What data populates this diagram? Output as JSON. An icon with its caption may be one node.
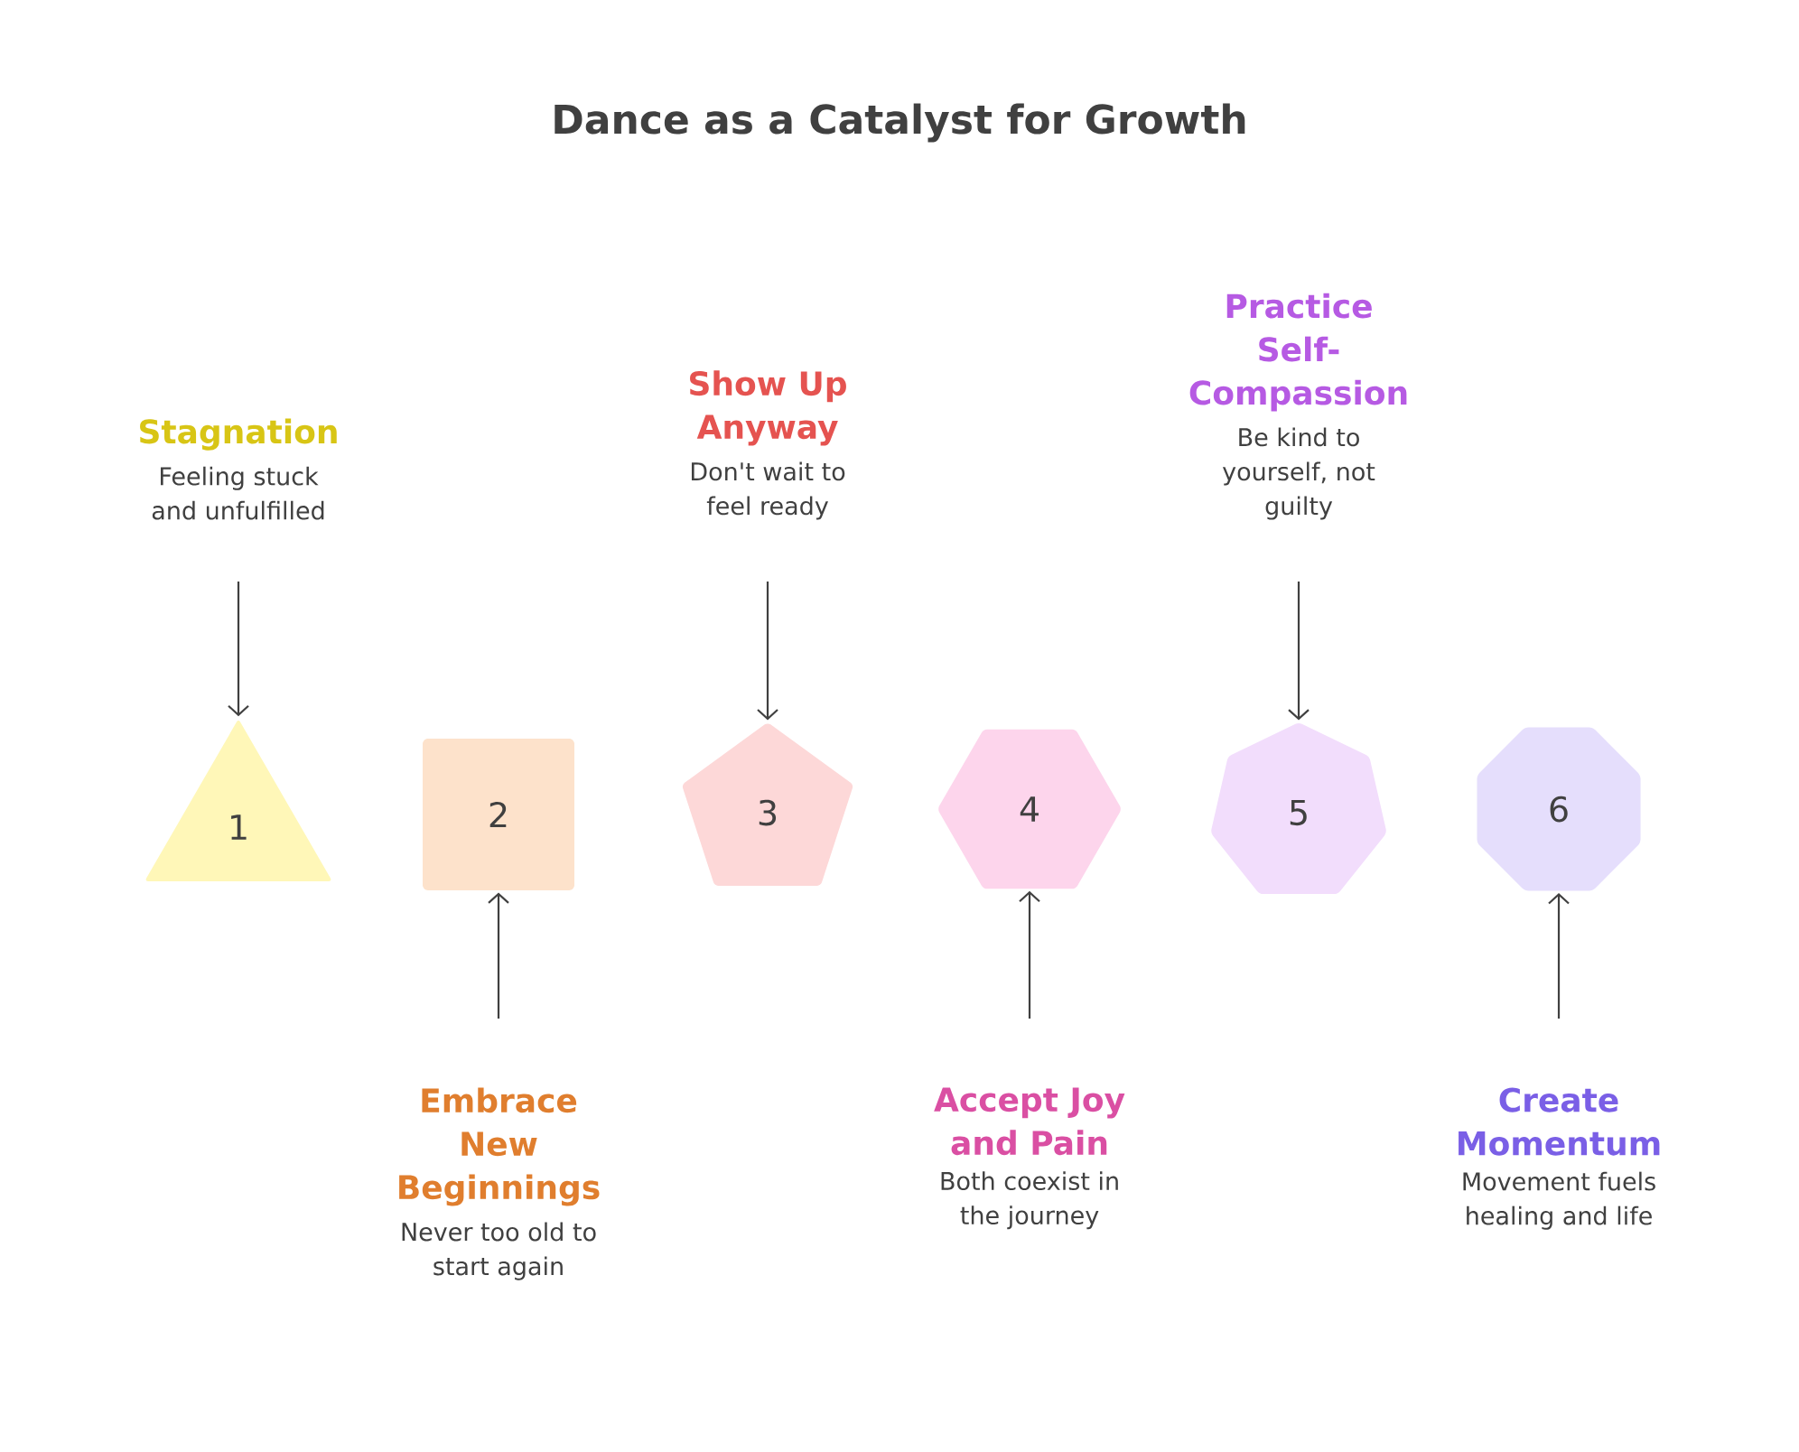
{
  "diagram": {
    "title": "Dance as a Catalyst for Growth",
    "nodes": [
      {
        "text": [
          "1"
        ]
      },
      {
        "text": [
          "2"
        ]
      },
      {
        "text": [
          "3"
        ]
      },
      {
        "text": [
          "4"
        ]
      },
      {
        "text": [
          "5"
        ]
      },
      {
        "text": [
          "6"
        ]
      },
      {
        "text": [
          "Stagnation",
          "Feeling stuck and unfulfilled"
        ]
      },
      {
        "text": [
          "Embrace New Beginnings",
          "Never too old to start again"
        ]
      },
      {
        "text": [
          "Show Up Anyway",
          "Don't wait to feel ready"
        ]
      },
      {
        "text": [
          "Accept Joy and Pain",
          "Both coexist in the journey"
        ]
      },
      {
        "text": [
          "Practice Self-Compassion",
          "Be kind to yourself, not guilty"
        ]
      },
      {
        "text": [
          "Create Momentum",
          "Movement fuels healing and life"
        ]
      }
    ],
    "edges": [
      {
        "from": 6,
        "to": 0,
        "arrow": "to"
      },
      {
        "from": 7,
        "to": 1,
        "arrow": "to"
      },
      {
        "from": 8,
        "to": 2,
        "arrow": "to"
      },
      {
        "from": 9,
        "to": 3,
        "arrow": "to"
      },
      {
        "from": 10,
        "to": 4,
        "arrow": "to"
      },
      {
        "from": 11,
        "to": 5,
        "arrow": "to"
      }
    ]
  }
}
